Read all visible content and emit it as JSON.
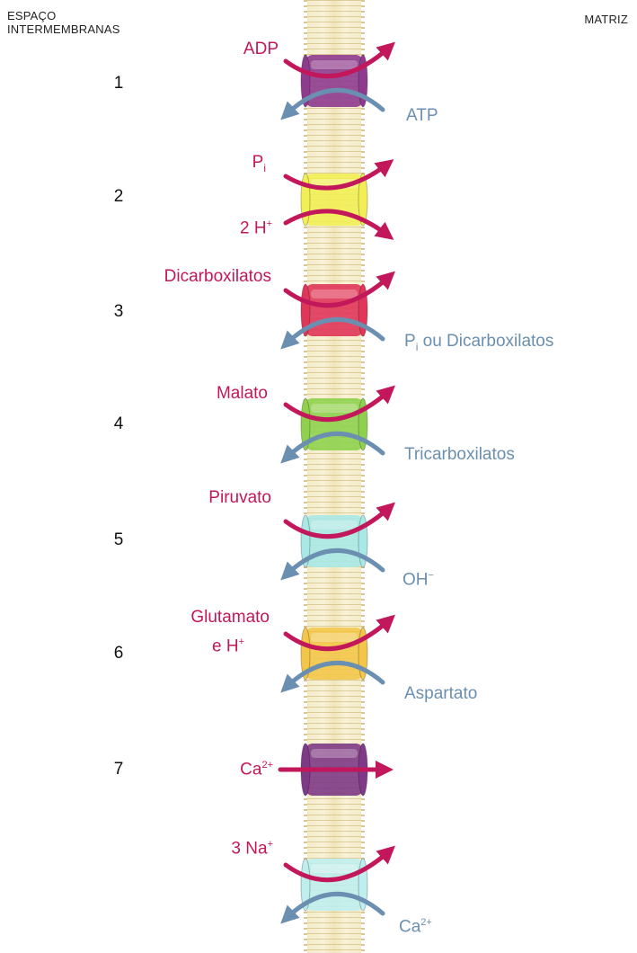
{
  "header": {
    "left_line1": "ESPAÇO",
    "left_line2": "INTERMEMBRANAS",
    "right": "MATRIZ"
  },
  "transporters": [
    {
      "number": "1",
      "in": "ADP",
      "out": "ATP",
      "color": "#8e3b8f"
    },
    {
      "number": "2",
      "in_main": "P",
      "in_sub": "i",
      "in2_main": "2 H",
      "in2_sup": "+",
      "color": "#f2ee55"
    },
    {
      "number": "3",
      "in": "Dicarboxilatos",
      "out_main": "P",
      "out_sub": "i",
      "out_rest": " ou Dicarboxilatos",
      "color": "#e0365a"
    },
    {
      "number": "4",
      "in": "Malato",
      "out": "Tricarboxilatos",
      "color": "#8fd14f"
    },
    {
      "number": "5",
      "in": "Piruvato",
      "out_main": "OH",
      "out_sup": "−",
      "color": "#a8e8e6"
    },
    {
      "number": "6",
      "in_line1": "Glutamato",
      "in_line2_main": "e H",
      "in_line2_sup": "+",
      "out": "Aspartato",
      "color": "#f3c64a"
    },
    {
      "number": "7",
      "in_main": "Ca",
      "in_sup": "2+",
      "color": "#7e3a86"
    },
    {
      "number": "",
      "in_main": "3 Na",
      "in_sup": "+",
      "out_main": "Ca",
      "out_sup": "2+",
      "color": "#bfeeee"
    }
  ],
  "colors": {
    "arrow_in": "#c2185b",
    "arrow_out": "#6b8fb0",
    "membrane": "#f4ecc8"
  }
}
